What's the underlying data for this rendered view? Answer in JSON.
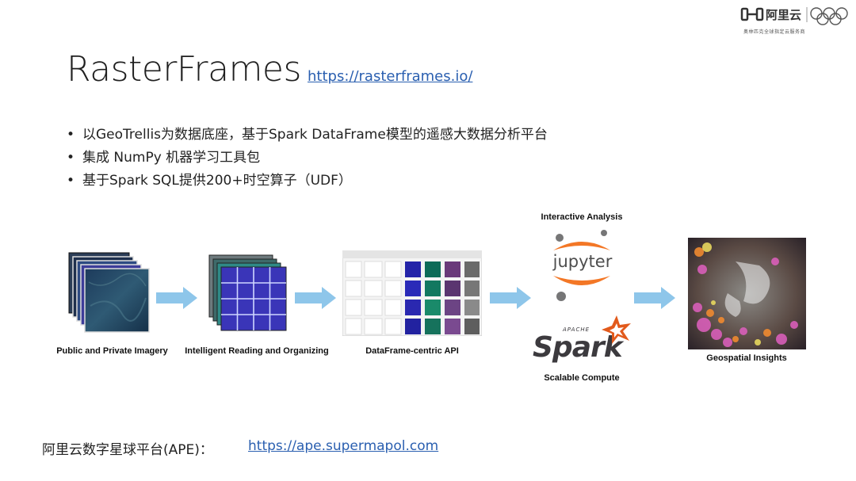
{
  "logo": {
    "brand": "阿里云",
    "tagline": "奥林匹克全球指定云服务商"
  },
  "title": "RasterFrames",
  "title_link": "https://rasterframes.io/",
  "bullets": [
    "以GeoTrellis为数据底座，基于Spark DataFrame模型的遥感大数据分析平台",
    "集成 NumPy 机器学习工具包",
    "基于Spark SQL提供200+时空算子（UDF）"
  ],
  "diagram": {
    "steps": [
      "Public and Private Imagery",
      "Intelligent Reading and Organizing",
      "DataFrame-centric API",
      "Interactive Analysis",
      "Scalable Compute",
      "Geospatial Insights"
    ],
    "jupyter_word": "jupyter",
    "spark_word": "Spark",
    "apache_word": "APACHE",
    "arrow_color": "#8ec6ea"
  },
  "footer": {
    "label": "阿里云数字星球平台(APE)：",
    "link": "https://ape.supermapol.com"
  }
}
